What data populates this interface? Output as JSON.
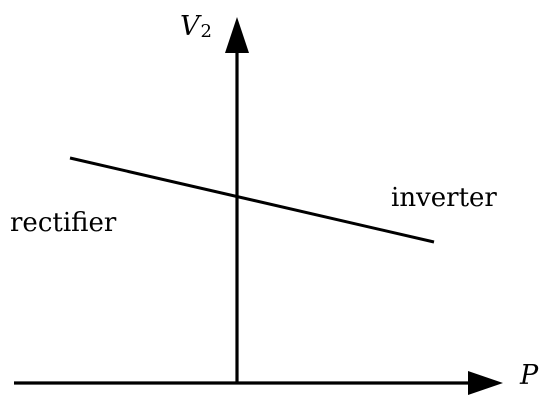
{
  "colors": {
    "background": "#ffffff",
    "ink": "#000000"
  },
  "axes": {
    "vertical": {
      "symbol": "V",
      "subscript": "2"
    },
    "horizontal": {
      "symbol": "P"
    }
  },
  "regions": {
    "left": "rectifier",
    "right": "inverter"
  },
  "characteristic": {
    "shape": "straight line with negative slope crossing the vertical axis"
  }
}
